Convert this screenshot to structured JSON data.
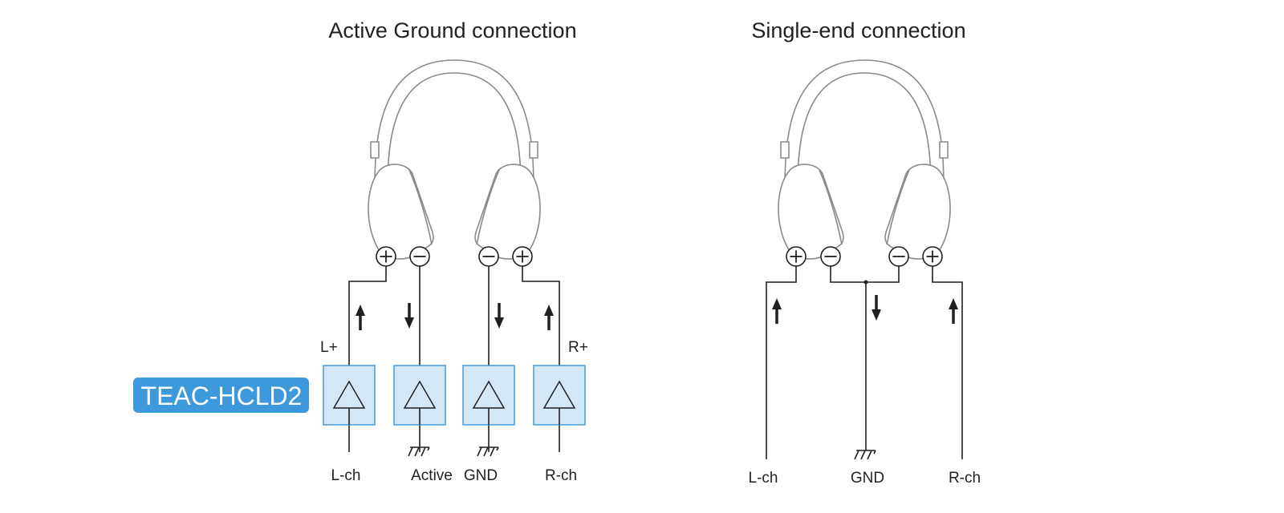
{
  "active_ground": {
    "title": "Active Ground connection",
    "l_plus": "L+",
    "r_plus": "R+",
    "labels": {
      "l_ch": "L-ch",
      "active": "Active",
      "gnd": "GND",
      "r_ch": "R-ch"
    }
  },
  "single_end": {
    "title": "Single-end connection",
    "labels": {
      "l_ch": "L-ch",
      "gnd": "GND",
      "r_ch": "R-ch"
    }
  },
  "device_badge": "TEAC-HCLD2",
  "colors": {
    "badge": "#3d98dc",
    "amp_fill": "#d3e7f7",
    "amp_stroke": "#3b94d9",
    "line": "#231f20",
    "headphone_outline": "#8a8a8a"
  }
}
